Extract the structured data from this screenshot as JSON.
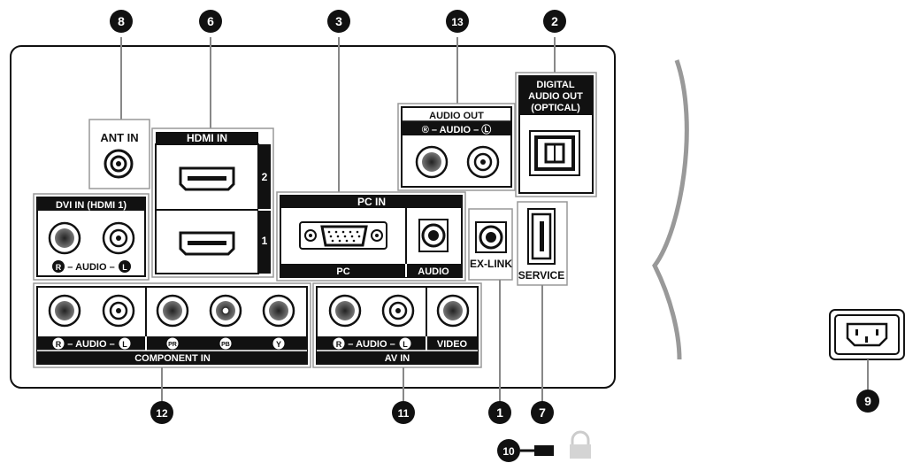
{
  "ant": {
    "label": "ANT IN"
  },
  "hdmi": {
    "title": "HDMI IN",
    "port2": "2",
    "port1": "1"
  },
  "pc": {
    "title": "PC IN",
    "pc_label": "PC",
    "audio_label": "AUDIO"
  },
  "audio_out": {
    "title": "AUDIO OUT",
    "sub": "® – AUDIO – Ⓛ"
  },
  "optical": {
    "line1": "DIGITAL",
    "line2": "AUDIO OUT",
    "line3": "(OPTICAL)"
  },
  "dvi": {
    "title": "DVI IN (HDMI 1)",
    "sub_r": "R",
    "sub_mid": "– AUDIO –",
    "sub_l": "L"
  },
  "exlink": {
    "label": "EX-LINK"
  },
  "service": {
    "label": "SERVICE"
  },
  "component": {
    "audio_r": "R",
    "audio_mid": "– AUDIO –",
    "audio_l": "L",
    "pr": "PR",
    "pb": "PB",
    "y": "Y",
    "title": "COMPONENT IN"
  },
  "av": {
    "audio_r": "R",
    "audio_mid": "– AUDIO –",
    "audio_l": "L",
    "video": "VIDEO",
    "title": "AV IN"
  },
  "callouts": {
    "c8": "8",
    "c6": "6",
    "c3": "3",
    "c13": "13",
    "c2": "2",
    "c12": "12",
    "c11": "11",
    "c1": "1",
    "c7": "7",
    "c9": "9",
    "c10": "10"
  }
}
